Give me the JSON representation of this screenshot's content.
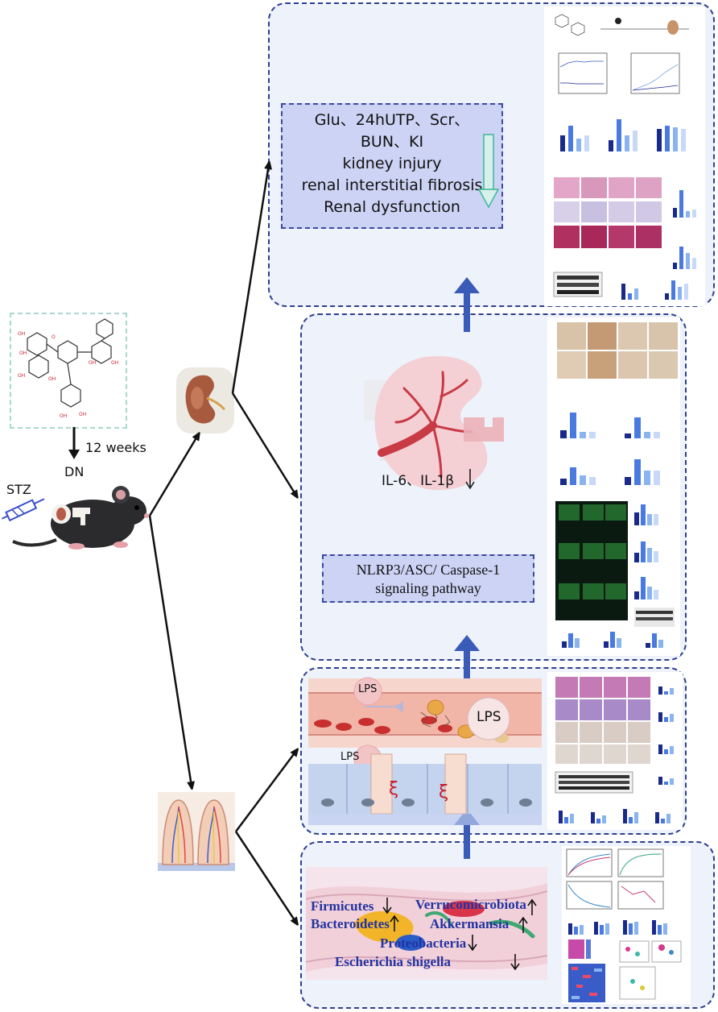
{
  "left": {
    "duration": "12 weeks",
    "model_label": "DN",
    "inducer_label": "STZ"
  },
  "kidney_outcomes": {
    "line1": "Glu、24hUTP、Scr、",
    "line2": "BUN、KI",
    "line3": "kidney injury",
    "line4": "renal interstitial fibrosis",
    "line5": "Renal dysfunction"
  },
  "inflammation": {
    "cytokines": "IL-6、IL-1β",
    "pathway_line1": "NLRP3/ASC/ Caspase-1",
    "pathway_line2": "signaling pathway"
  },
  "barrier": {
    "lps_labels": [
      "LPS",
      "LPS",
      "LPS"
    ]
  },
  "microbiota": {
    "firmicutes": "Firmicutes",
    "bacteroidetes": "Bacteroidetes",
    "verrucomicrobiota": "Verrucomicrobiota",
    "akkermansia": "Akkermansia",
    "proteobacteria": "Proteobacteria",
    "escherichia": "Escherichia shigella"
  },
  "colors": {
    "panel_border": "#2f3f8f",
    "panel_fill": "#eef2fb",
    "box_fill": "#cdd3f4",
    "arrow_blue": "#3a5cb8",
    "bacteria_text": "#2233a0"
  }
}
